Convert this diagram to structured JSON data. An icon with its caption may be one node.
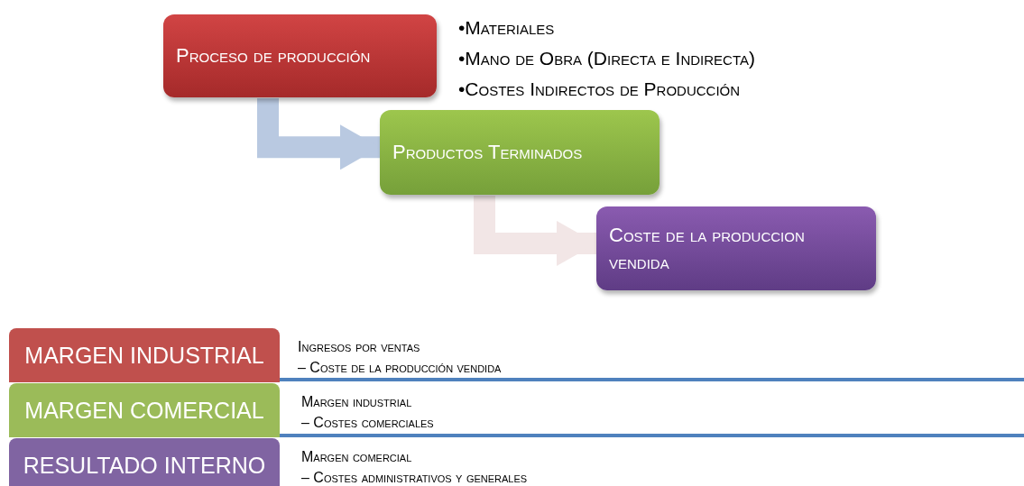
{
  "diagram": {
    "nodes": [
      {
        "text": [
          "Proceso de producción"
        ],
        "beside": [
          "•Materiales",
          "•Mano de Obra (Directa e Indirecta)",
          "•Costes Indirectos de Producción"
        ]
      },
      {
        "text": [
          "Productos Terminados"
        ]
      },
      {
        "text": [
          "Coste de la produccion vendida"
        ]
      },
      {
        "text": [
          "MARGEN INDUSTRIAL"
        ],
        "beside": [
          "Ingresos por ventas",
          "– Coste de la producción vendida"
        ]
      },
      {
        "text": [
          "MARGEN COMERCIAL"
        ],
        "beside": [
          "Margen industrial",
          "– Costes comerciales"
        ]
      },
      {
        "text": [
          "RESULTADO INTERNO"
        ],
        "beside": [
          "Margen comercial",
          "– Costes administrativos y generales"
        ]
      }
    ],
    "edges": [
      {
        "from": 0,
        "to": 1,
        "arrow": "to",
        "color": "#b9c9e1"
      },
      {
        "from": 1,
        "to": 2,
        "arrow": "to",
        "color": "#f2e6e6"
      }
    ]
  }
}
